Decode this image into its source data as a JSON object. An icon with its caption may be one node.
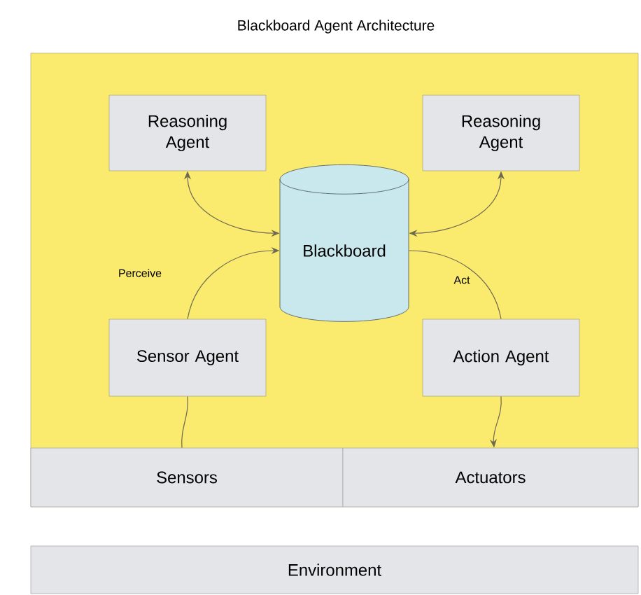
{
  "diagram": {
    "title": "Blackboard Agent Architecture",
    "nodes": [
      {
        "text": [
          "Reasoning Agent"
        ]
      },
      {
        "text": [
          "Reasoning Agent"
        ]
      },
      {
        "text": [
          "Blackboard"
        ]
      },
      {
        "text": [
          "Sensor Agent"
        ]
      },
      {
        "text": [
          "Action Agent"
        ]
      },
      {
        "text": [
          "Sensors"
        ]
      },
      {
        "text": [
          "Actuators"
        ]
      },
      {
        "text": [
          "Environment"
        ]
      }
    ],
    "edges": [
      {
        "from": 0,
        "to": 2,
        "arrow": "both"
      },
      {
        "from": 1,
        "to": 2,
        "arrow": "both"
      },
      {
        "from": 5,
        "to": 3,
        "arrow": "none"
      },
      {
        "from": 3,
        "to": 2,
        "arrow": "to",
        "label": "Perceive"
      },
      {
        "from": 2,
        "to": 4,
        "arrow": "none",
        "label": "Act"
      },
      {
        "from": 4,
        "to": 6,
        "arrow": "to"
      }
    ]
  }
}
